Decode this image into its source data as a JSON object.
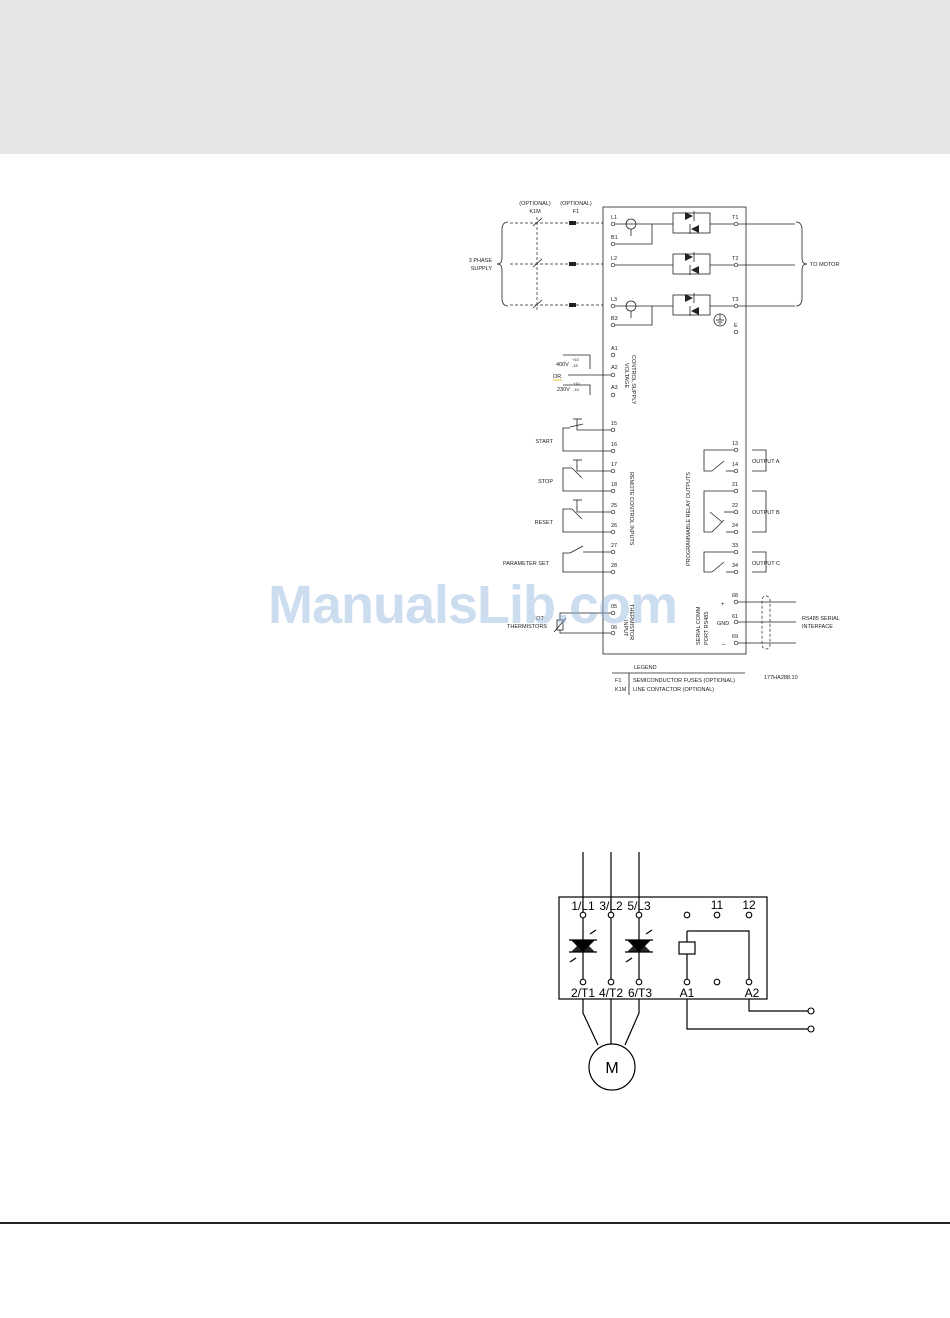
{
  "upper_diagram": {
    "header": {
      "optional_k1m": "(OPTIONAL)",
      "k1m": "K1M",
      "optional_f1": "(OPTIONAL)",
      "f1": "F1"
    },
    "supply_label_1": "3 PHASE",
    "supply_label_2": "SUPPLY",
    "motor_label": "TO MOTOR",
    "terminals_left": {
      "l1": "L1",
      "b1": "B1",
      "l2": "L2",
      "l3": "L3",
      "b3": "B3",
      "a1": "A1",
      "a2": "A2",
      "a3": "A3",
      "t15": "15",
      "t16": "16",
      "t17": "17",
      "t18": "18",
      "t25": "25",
      "t26": "26",
      "t27": "27",
      "t28": "28",
      "t05": "05",
      "t06": "06"
    },
    "terminals_right": {
      "t1": "T1",
      "t2": "T2",
      "t3": "T3",
      "e": "E",
      "r13": "13",
      "r14": "14",
      "r21": "21",
      "r22": "22",
      "r24": "24",
      "r33": "33",
      "r34": "34",
      "s68": "68",
      "s61": "61",
      "s69": "69"
    },
    "voltage": {
      "v400": "400V",
      "v400_tol_top": "+10",
      "v400_tol_bot": "-15",
      "or": "OR",
      "v230": "230V",
      "v230_tol_top": "+10",
      "v230_tol_bot": "-15"
    },
    "section_labels": {
      "control_supply_1": "CONTROL SUPPLY",
      "control_supply_2": "VOLTAGE",
      "remote_inputs": "REMOTE CONTROL INPUTS",
      "relay_outputs": "PROGRAMMABLE RELAY OUTPUTS",
      "serial_1": "SERIAL COMM",
      "serial_2": "PORT RS485",
      "thermistor_1": "THERMISTOR",
      "thermistor_2": "INPUT"
    },
    "inputs": {
      "start": "START",
      "stop": "STOP",
      "reset": "RESET",
      "param": "PARAMETER SET",
      "thermistors_1": "OT",
      "thermistors_2": "THERMISTORS"
    },
    "outputs": {
      "a": "OUTPUT A",
      "b": "OUTPUT B",
      "c": "OUTPUT C"
    },
    "serial": {
      "plus": "+",
      "gnd": "GND",
      "minus": "–",
      "rs485_1": "RS485 SERIAL",
      "rs485_2": "INTERFACE"
    },
    "legend": {
      "title": "LEGEND",
      "f1_key": "F1",
      "f1_text": "SEMICONDUCTOR FUSES (OPTIONAL)",
      "k1m_key": "K1M",
      "k1m_text": "LINE CONTACTOR (OPTIONAL)"
    },
    "drawing_code": "177HA288.10"
  },
  "lower_diagram": {
    "top_labels": {
      "l1": "1/L1",
      "l2": "3/L2",
      "l3": "5/L3",
      "c11": "11",
      "c12": "12"
    },
    "bottom_labels": {
      "t1": "2/T1",
      "t2": "4/T2",
      "t3": "6/T3",
      "a1": "A1",
      "a2": "A2"
    },
    "motor": "M"
  },
  "watermark": "ManualsLib.com"
}
